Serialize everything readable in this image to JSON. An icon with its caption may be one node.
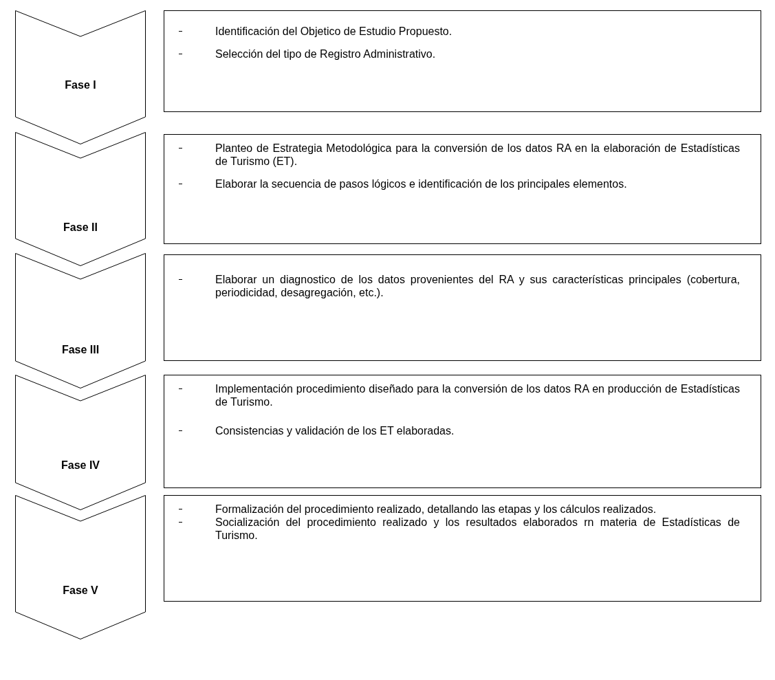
{
  "diagram": {
    "nodes": [
      {
        "text": [
          "Fase I"
        ]
      },
      {
        "text": [
          "Identificación del Objetico de Estudio Propuesto.",
          "Selección del tipo de Registro Administrativo."
        ]
      },
      {
        "text": [
          "Fase II"
        ]
      },
      {
        "text": [
          "Planteo de Estrategia Metodológica para la conversión de los datos RA en la elaboración de Estadísticas de Turismo (ET).",
          "Elaborar la secuencia de pasos lógicos e identificación de los principales elementos."
        ]
      },
      {
        "text": [
          "Fase III"
        ]
      },
      {
        "text": [
          "Elaborar un diagnostico de los datos provenientes del RA y sus características principales (cobertura, periodicidad, desagregación, etc.)."
        ]
      },
      {
        "text": [
          "Fase IV"
        ]
      },
      {
        "text": [
          "Implementación procedimiento diseñado para la conversión de los datos RA en producción de Estadísticas de Turismo.",
          "Consistencias y validación de los ET elaboradas."
        ]
      },
      {
        "text": [
          "Fase V"
        ]
      },
      {
        "text": [
          "Formalización del procedimiento realizado, detallando las etapas y los cálculos realizados.",
          "Socialización del procedimiento realizado y los resultados elaborados rn materia de Estadísticas de Turismo."
        ]
      }
    ]
  }
}
